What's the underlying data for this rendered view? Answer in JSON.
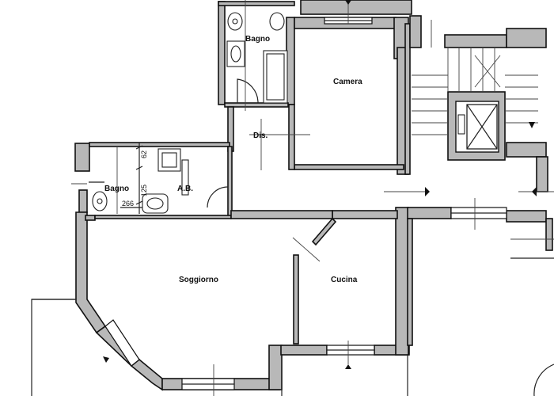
{
  "rooms": {
    "bagno_top": "Bagno",
    "camera": "Camera",
    "dis": "Dis.",
    "bagno_left": "Bagno",
    "ab": "A.B.",
    "soggiorno": "Soggiorno",
    "cucina": "Cucina"
  },
  "dimensions": {
    "d62": "62",
    "d125": "125",
    "d266": "266"
  }
}
